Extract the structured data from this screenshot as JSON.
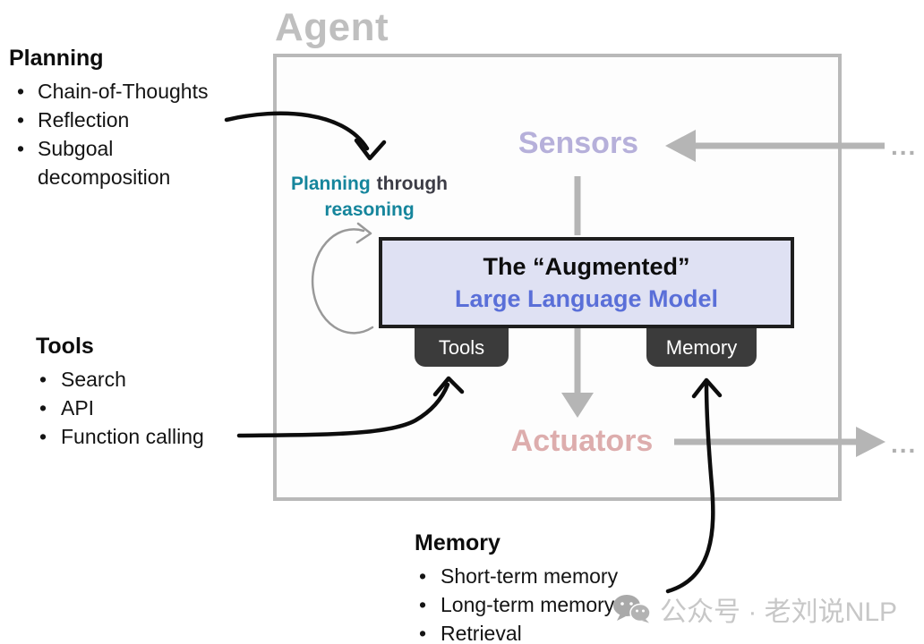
{
  "title": "Agent",
  "llm": {
    "line1": "The “Augmented”",
    "line2": "Large Language Model"
  },
  "tabs": {
    "tools": "Tools",
    "memory": "Memory"
  },
  "flow": {
    "sensors": "Sensors",
    "actuators": "Actuators",
    "ellipsis_top": "...",
    "ellipsis_bottom": "..."
  },
  "note": {
    "part1": "Planning",
    "part2": "through",
    "part3": "reasoning"
  },
  "panels": {
    "planning": {
      "heading": "Planning",
      "items": [
        "Chain-of-Thoughts",
        "Reflection",
        "Subgoal decomposition"
      ]
    },
    "tools": {
      "heading": "Tools",
      "items": [
        "Search",
        "API",
        "Function calling"
      ]
    },
    "memory": {
      "heading": "Memory",
      "items": [
        "Short-term memory",
        "Long-term memory",
        "Retrieval"
      ]
    }
  },
  "watermark": {
    "text": "公众号 · 老刘说NLP"
  },
  "colors": {
    "agent_title": "#bfbfbf",
    "agent_border": "#b9b9b9",
    "gray_arrow": "#b5b5b5",
    "loop_arrow": "#999999",
    "black_arrow": "#0d0d0d",
    "sensors_text": "#b6b0da",
    "actuators_text": "#ddadad",
    "llm_background": "#dfe1f3",
    "llm_border": "#1e1e1e",
    "llm_blue_text": "#5a6fd8",
    "tab_background": "#3b3b3b",
    "tab_text": "#ffffff",
    "teal_text": "#15859c",
    "note_dark_text": "#3c3c46",
    "watermark_text": "#c7c7c7"
  }
}
